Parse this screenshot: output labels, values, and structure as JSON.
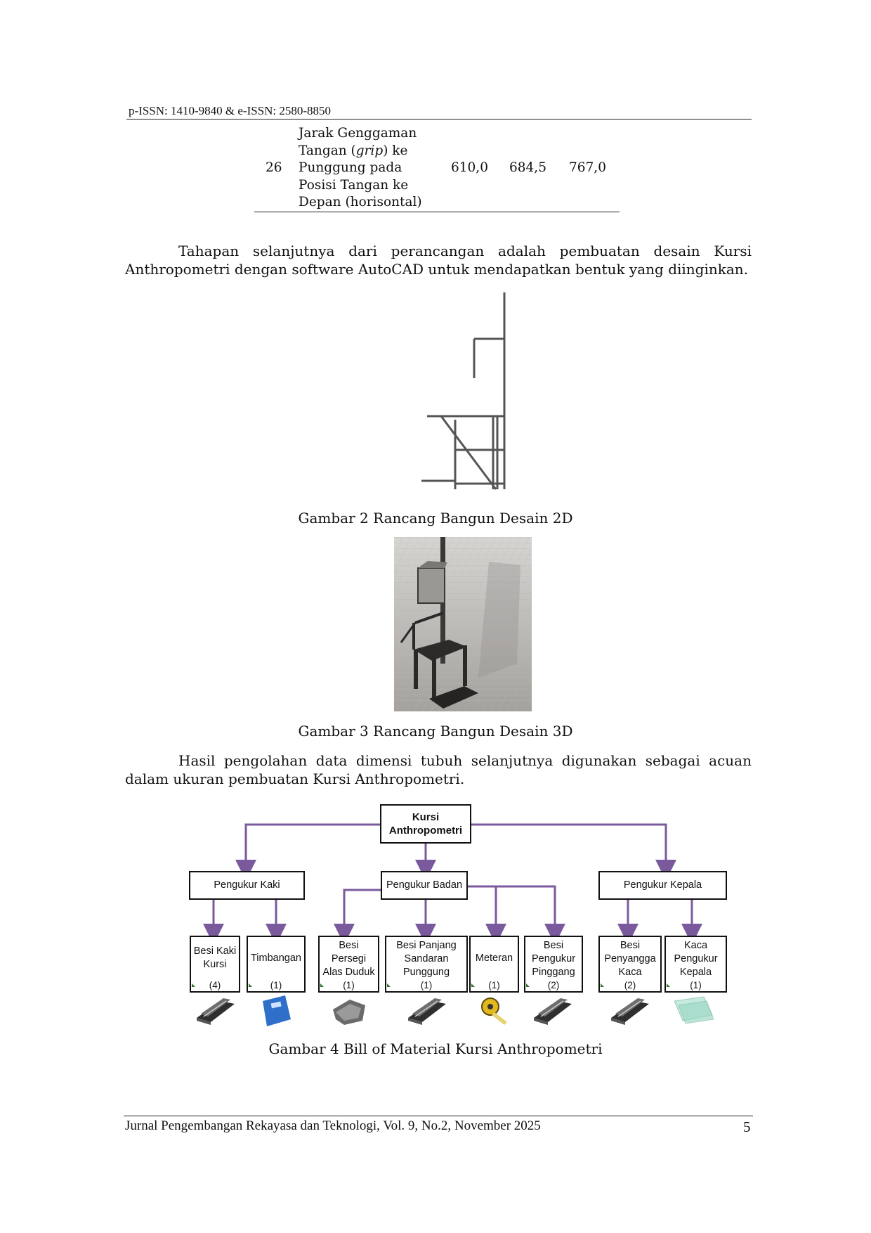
{
  "header": {
    "issn": "p-ISSN: 1410-9840 & e-ISSN: 2580-8850"
  },
  "table_row": {
    "no": "26",
    "desc_lines": [
      "Jarak Genggaman",
      "Tangan (",
      "grip",
      ") ke",
      "Punggung pada",
      "Posisi Tangan ke",
      "Depan (horisontal)"
    ],
    "values": [
      "610,0",
      "684,5",
      "767,0"
    ]
  },
  "paragraph1": "Tahapan selanjutnya dari perancangan adalah pembuatan desain Kursi Anthropometri dengan software AutoCAD untuk mendapatkan bentuk yang diinginkan.",
  "figure2": {
    "caption": "Gambar 2 Rancang Bangun Desain 2D"
  },
  "figure3": {
    "caption": "Gambar 3 Rancang Bangun Desain 3D"
  },
  "paragraph2": "Hasil pengolahan data dimensi tubuh  selanjutnya digunakan sebagai acuan dalam ukuran pembuatan Kursi Anthropometri.",
  "bom": {
    "root": {
      "line1": "Kursi",
      "line2": "Anthropometri"
    },
    "groups": [
      "Pengukur Kaki",
      "Pengukur Badan",
      "Pengukur Kepala"
    ],
    "items": [
      {
        "lines": [
          "Besi Kaki",
          "Kursi"
        ],
        "qty": "(4)",
        "icon": "steel-profile-icon"
      },
      {
        "lines": [
          "Timbangan"
        ],
        "qty": "(1)",
        "icon": "scale-icon"
      },
      {
        "lines": [
          "Besi",
          "Persegi",
          "Alas Duduk"
        ],
        "qty": "(1)",
        "icon": "steel-plate-icon"
      },
      {
        "lines": [
          "Besi Panjang",
          "Sandaran",
          "Punggung"
        ],
        "qty": "(1)",
        "icon": "steel-profile-icon"
      },
      {
        "lines": [
          "Meteran"
        ],
        "qty": "(1)",
        "icon": "tape-measure-icon"
      },
      {
        "lines": [
          "Besi",
          "Pengukur",
          "Pinggang"
        ],
        "qty": "(2)",
        "icon": "steel-profile-icon"
      },
      {
        "lines": [
          "Besi",
          "Penyangga",
          "Kaca"
        ],
        "qty": "(2)",
        "icon": "steel-profile-icon"
      },
      {
        "lines": [
          "Kaca",
          "Pengukur",
          "Kepala"
        ],
        "qty": "(1)",
        "icon": "glass-panel-icon"
      }
    ],
    "arrow_color": "#7a5a9c",
    "caption": "Gambar 4 Bill of Material Kursi Anthropometri"
  },
  "footer": {
    "journal": "Jurnal Pengembangan Rekayasa dan Teknologi, Vol. 9, No.2, November 2025",
    "page": "5"
  }
}
